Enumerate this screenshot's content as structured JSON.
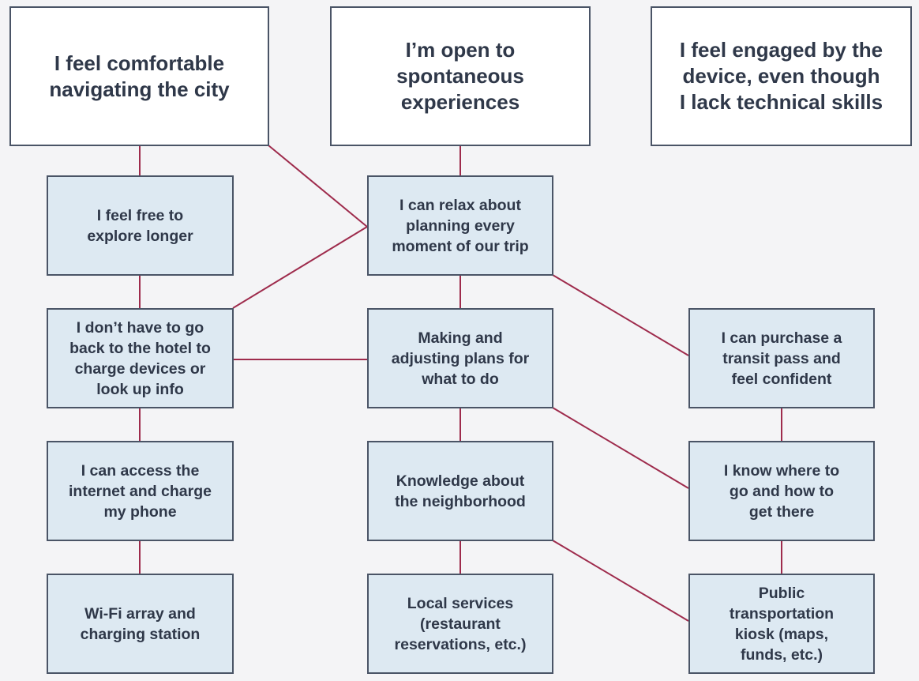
{
  "diagram": {
    "line_color": "#9e2b4c",
    "box_border_color": "#4a5466",
    "goal_fill": "#ffffff",
    "step_fill": "#dde9f2",
    "text_color": "#2f3849",
    "goals": {
      "comfortable": "I feel comfortable\nnavigating the city",
      "spontaneous": "I’m open to\nspontaneous\nexperiences",
      "engaged": "I feel engaged by the\ndevice, even though\nI lack technical skills"
    },
    "steps": {
      "explore": "I feel free to\nexplore longer",
      "relax": "I can relax about\nplanning every\nmoment of our trip",
      "no_hotel": "I don’t have to go\nback to the hotel to\ncharge devices or\nlook up info",
      "plans": "Making and\nadjusting plans for\nwhat to do",
      "transit_pass": "I can purchase a\ntransit pass and\nfeel confident",
      "internet": "I can access the\ninternet and charge\nmy phone",
      "knowledge": "Knowledge about\nthe neighborhood",
      "know_where": "I know where to\ngo and how to\nget there",
      "wifi": "Wi-Fi array and\ncharging station",
      "local_services": "Local services\n(restaurant\nreservations, etc.)",
      "kiosk": "Public\ntransportation\nkiosk (maps,\nfunds, etc.)"
    }
  }
}
